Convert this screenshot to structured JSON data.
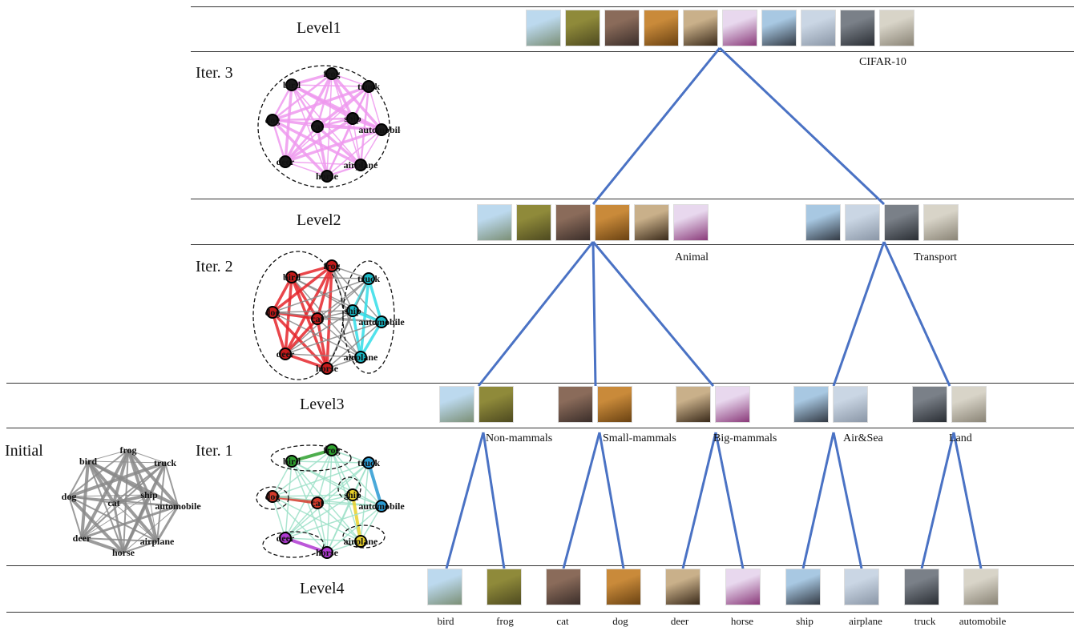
{
  "levels": {
    "l1": "Level1",
    "l2": "Level2",
    "l3": "Level3",
    "l4": "Level4"
  },
  "iterations": {
    "i3": "Iter. 3",
    "i2": "Iter. 2",
    "i1": "Iter. 1",
    "initial": "Initial"
  },
  "groups": {
    "root": "CIFAR-10",
    "animal": "Animal",
    "transport": "Transport",
    "nonmammals": "Non-mammals",
    "smallmammals": "Small-mammals",
    "bigmammals": "Big-mammals",
    "airsea": "Air&Sea",
    "land": "Land"
  },
  "classes": [
    "bird",
    "frog",
    "cat",
    "dog",
    "deer",
    "horse",
    "ship",
    "airplane",
    "truck",
    "automobile"
  ],
  "graph_nodes": [
    "bird",
    "frog",
    "truck",
    "dog",
    "cat",
    "ship",
    "automobile",
    "deer",
    "horse",
    "airplane"
  ],
  "colors": {
    "edge_tree": "#4a72c4",
    "iter3_edges": "#ee99ee",
    "iter2_animal": "#e5262b",
    "iter2_transport": "#33dde8",
    "initial_edges": "#8a8a8a"
  },
  "thumb_colors": {
    "bird": [
      "#bcd9ee",
      "#7b8f76"
    ],
    "frog": [
      "#8f8a3a",
      "#4e4a20"
    ],
    "cat": [
      "#8a6b5a",
      "#3b2e2a"
    ],
    "dog": [
      "#c98a3a",
      "#6a4212"
    ],
    "deer": [
      "#c9b08a",
      "#3a2a1a"
    ],
    "horse": [
      "#e8d8ee",
      "#8a3a7a"
    ],
    "ship": [
      "#a8c8e2",
      "#333a44"
    ],
    "airplane": [
      "#cad6e4",
      "#8a96a6"
    ],
    "truck": [
      "#7a8088",
      "#2a2e34"
    ],
    "automobile": [
      "#d8d4c8",
      "#8a8476"
    ]
  }
}
